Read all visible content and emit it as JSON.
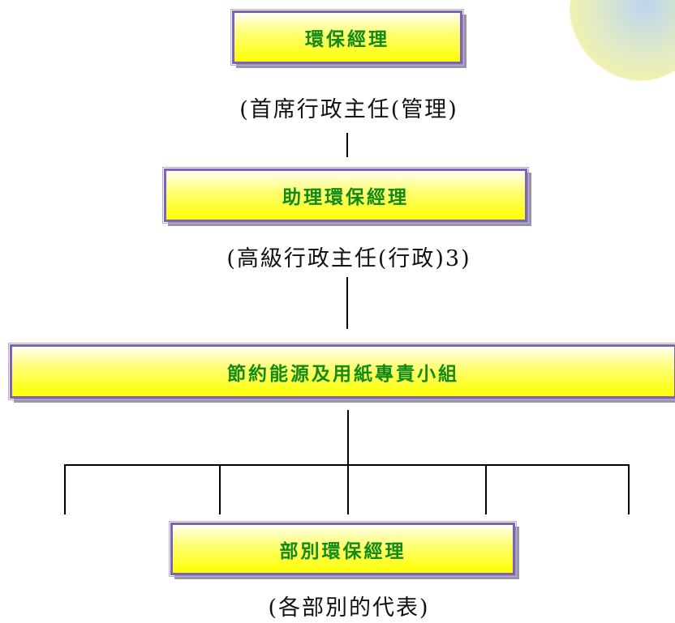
{
  "boxes": {
    "top": "環保經理",
    "assistant": "助理環保經理",
    "committee": "節約能源及用紙專責小組",
    "department": "部別環保經理"
  },
  "subtitles": {
    "top": "(首席行政主任(管理)",
    "assistant": "(高級行政主任(行政)3)",
    "department": "(各部別的代表)"
  }
}
